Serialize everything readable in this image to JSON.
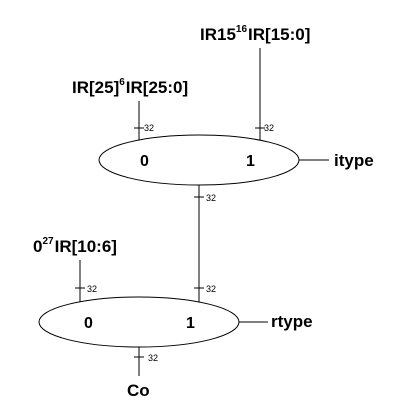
{
  "inputs": {
    "top_right": {
      "a": "IR15",
      "sup": "16",
      "b": "IR[15:0]"
    },
    "top_left": {
      "a": "IR[25]",
      "sup": "6",
      "b": "IR[25:0]"
    },
    "lower_left": {
      "a": "0",
      "sup": "27",
      "b": "IR[10:6]"
    }
  },
  "mux_itype": {
    "port0": "0",
    "port1": "1",
    "select": "itype"
  },
  "mux_rtype": {
    "port0": "0",
    "port1": "1",
    "select": "rtype"
  },
  "bus_width": "32",
  "output": "Co"
}
